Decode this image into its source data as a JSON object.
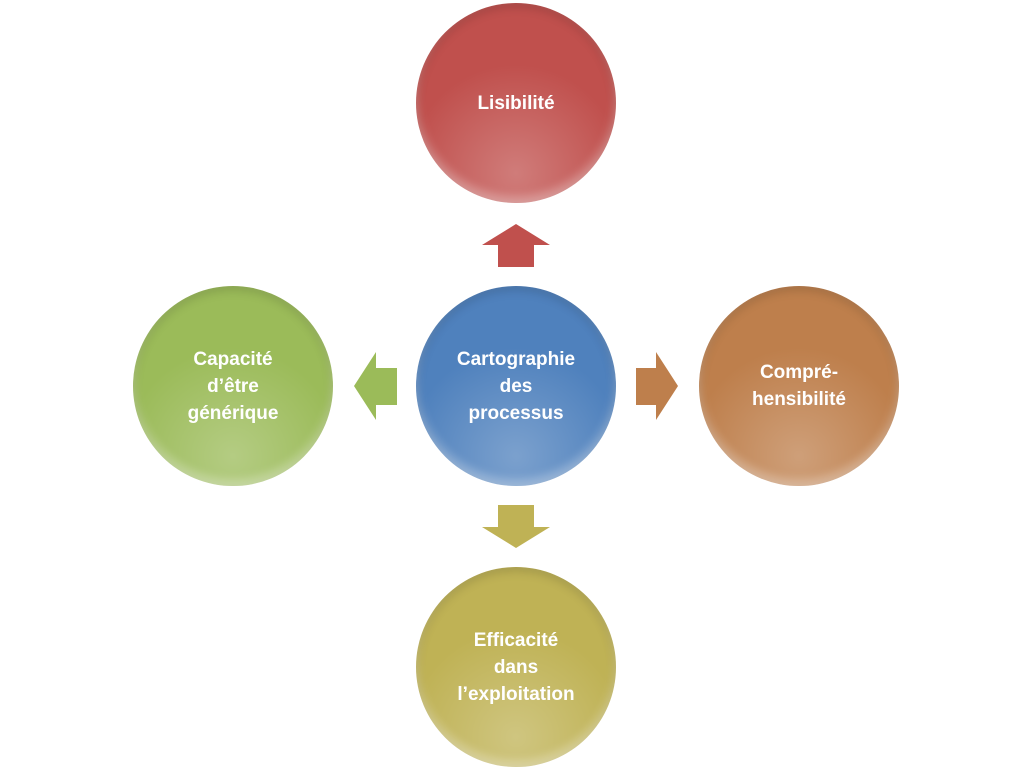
{
  "center": {
    "label": "Cartographie\ndes\nprocessus",
    "color": "#4F81BD"
  },
  "nodes": {
    "top": {
      "label": "Lisibilité",
      "color": "#C0504D"
    },
    "right": {
      "label": "Compré-\nhensibilité",
      "color": "#BE7F4C"
    },
    "bottom": {
      "label": "Efficacité\ndans\nl’exploitation",
      "color": "#BFB255"
    },
    "left": {
      "label": "Capacité\nd’être\ngénérique",
      "color": "#9BBB59"
    }
  }
}
